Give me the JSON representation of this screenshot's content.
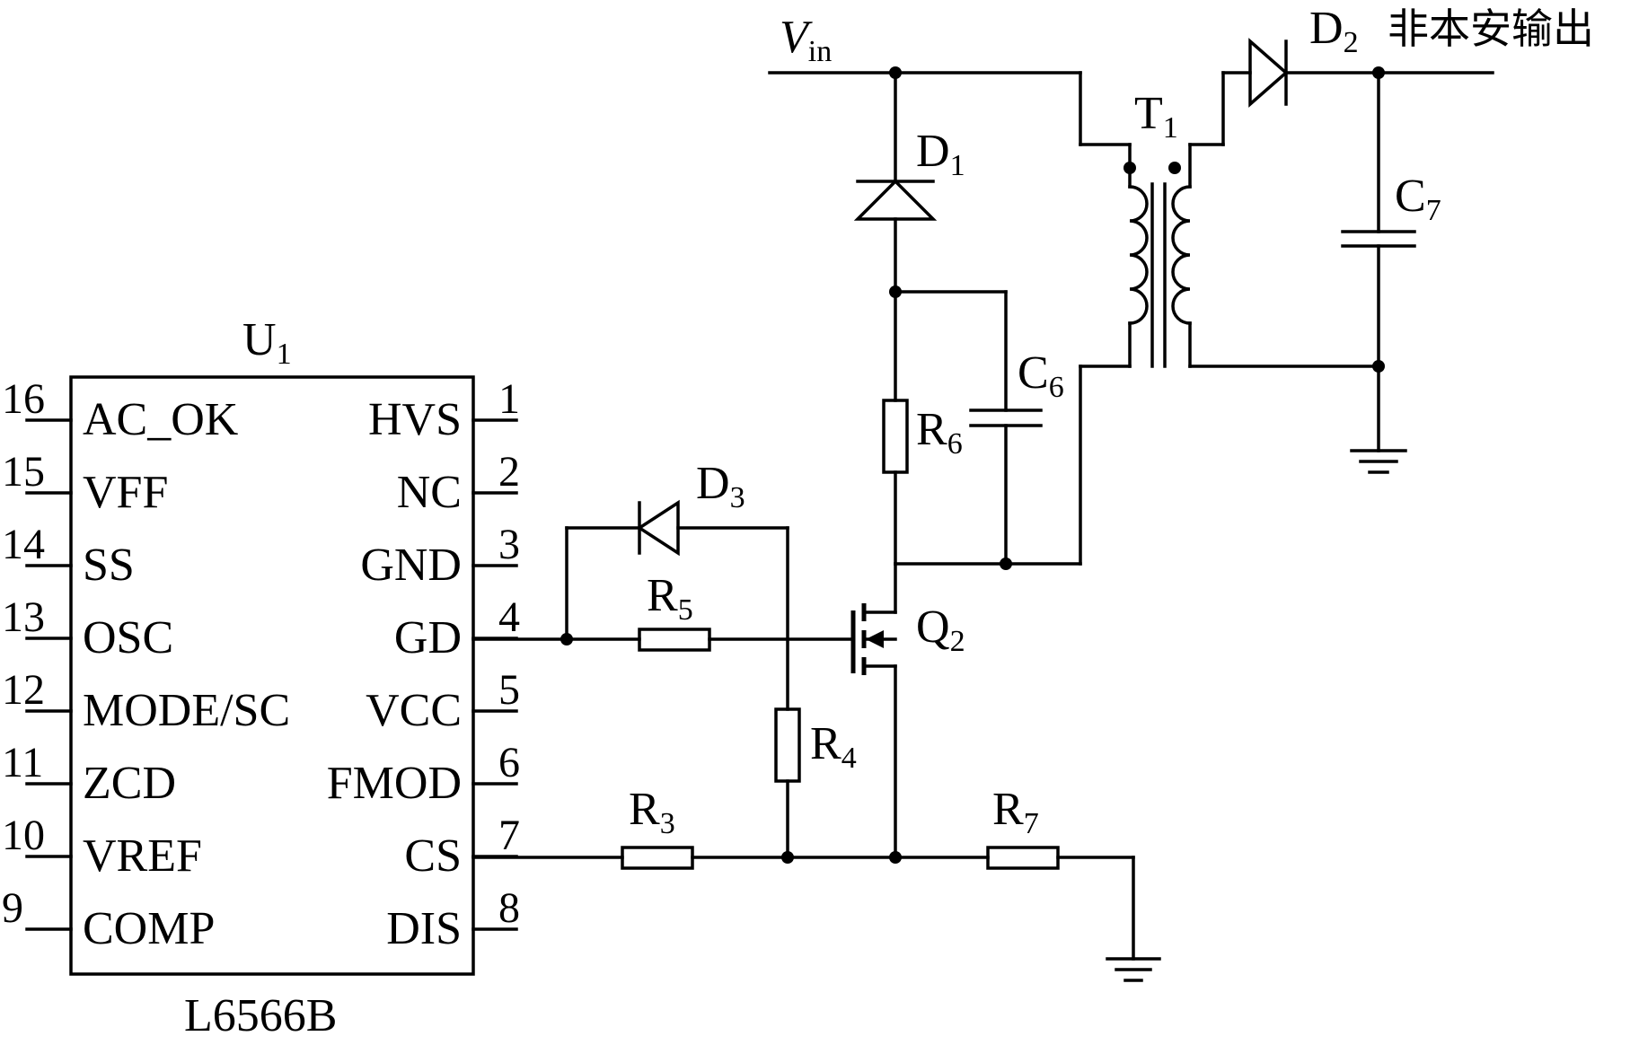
{
  "ic": {
    "ref": "U",
    "ref_sub": "1",
    "part": "L6566B",
    "left_pins": [
      {
        "num": "16",
        "name": "AC_OK"
      },
      {
        "num": "15",
        "name": "VFF"
      },
      {
        "num": "14",
        "name": "SS"
      },
      {
        "num": "13",
        "name": "OSC"
      },
      {
        "num": "12",
        "name": "MODE/SC"
      },
      {
        "num": "11",
        "name": "ZCD"
      },
      {
        "num": "10",
        "name": "VREF"
      },
      {
        "num": "9",
        "name": "COMP"
      }
    ],
    "right_pins": [
      {
        "num": "1",
        "name": "HVS"
      },
      {
        "num": "2",
        "name": "NC"
      },
      {
        "num": "3",
        "name": "GND"
      },
      {
        "num": "4",
        "name": "GD"
      },
      {
        "num": "5",
        "name": "VCC"
      },
      {
        "num": "6",
        "name": "FMOD"
      },
      {
        "num": "7",
        "name": "CS"
      },
      {
        "num": "8",
        "name": "DIS"
      }
    ]
  },
  "vin": {
    "main": "V",
    "sub": "in"
  },
  "output_label": "非本安输出",
  "components": {
    "d1": {
      "main": "D",
      "sub": "1"
    },
    "d2": {
      "main": "D",
      "sub": "2"
    },
    "d3": {
      "main": "D",
      "sub": "3"
    },
    "t1": {
      "main": "T",
      "sub": "1"
    },
    "c6": {
      "main": "C",
      "sub": "6"
    },
    "c7": {
      "main": "C",
      "sub": "7"
    },
    "r3": {
      "main": "R",
      "sub": "3"
    },
    "r4": {
      "main": "R",
      "sub": "4"
    },
    "r5": {
      "main": "R",
      "sub": "5"
    },
    "r6": {
      "main": "R",
      "sub": "6"
    },
    "r7": {
      "main": "R",
      "sub": "7"
    },
    "q2": {
      "main": "Q",
      "sub": "2"
    }
  }
}
